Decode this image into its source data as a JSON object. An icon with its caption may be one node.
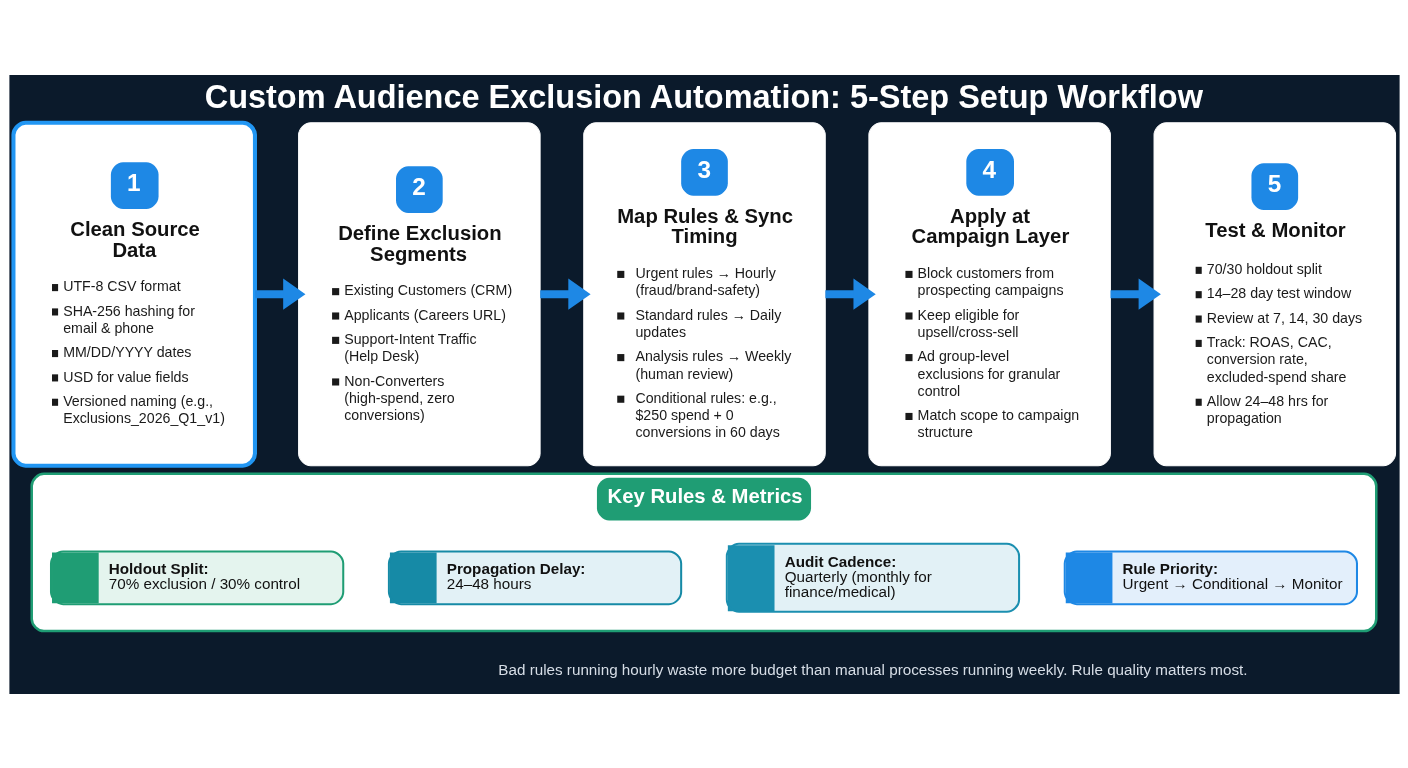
{
  "diagram": {
    "title": "Custom Audience Exclusion Automation: 5-Step Setup Workflow",
    "caption": "Bad rules running hourly waste more budget than manual processes running weekly. Rule quality matters most.",
    "nodes": [
      {
        "text": [
          "1",
          "Clean Source Data",
          "UTF-8 CSV format",
          "SHA-256 hashing for email & phone",
          "MM/DD/YYYY dates",
          "USD for value fields",
          "Versioned naming (e.g., Exclusions_2026_Q1_v1)"
        ]
      },
      {
        "text": [
          "2",
          "Define Exclusion Segments",
          "Existing Customers (CRM)",
          "Applicants (Careers URL)",
          "Support-Intent Traffic (Help Desk)",
          "Non-Converters (high-spend, zero conversions)"
        ]
      },
      {
        "text": [
          "3",
          "Map Rules & Sync Timing",
          "Urgent rules → Hourly (fraud/brand-safety)",
          "Standard rules → Daily updates",
          "Analysis rules → Weekly (human review)",
          "Conditional rules: e.g., $250 spend + 0 conversions in 60 days"
        ]
      },
      {
        "text": [
          "4",
          "Apply at Campaign Layer",
          "Block customers from prospecting campaigns",
          "Keep eligible for upsell/cross-sell",
          "Ad group-level exclusions for granular control",
          "Match scope to campaign structure"
        ]
      },
      {
        "text": [
          "5",
          "Test & Monitor",
          "70/30 holdout split",
          "14–28 day test window",
          "Review at 7, 14, 30 days",
          "Track: ROAS, CAC, conversion rate, excluded-spend share",
          "Allow 24–48 hrs for propagation"
        ]
      },
      {
        "text": [
          "Key Rules & Metrics"
        ]
      },
      {
        "text": [
          "Holdout Split:",
          "70% exclusion / 30% control"
        ],
        "in": 5
      },
      {
        "text": [
          "Propagation Delay:",
          "24–48 hours"
        ],
        "in": 5
      },
      {
        "text": [
          "Audit Cadence:",
          "Quarterly (monthly for finance/medical)"
        ],
        "in": 5
      },
      {
        "text": [
          "Rule Priority:",
          "Urgent → Conditional → Monitor"
        ],
        "in": 5
      }
    ],
    "edges": [
      {
        "from": 0,
        "to": 1,
        "arrow": "to"
      },
      {
        "from": 1,
        "to": 2,
        "arrow": "to"
      },
      {
        "from": 2,
        "to": 3,
        "arrow": "to"
      },
      {
        "from": 3,
        "to": 4,
        "arrow": "to"
      }
    ]
  }
}
